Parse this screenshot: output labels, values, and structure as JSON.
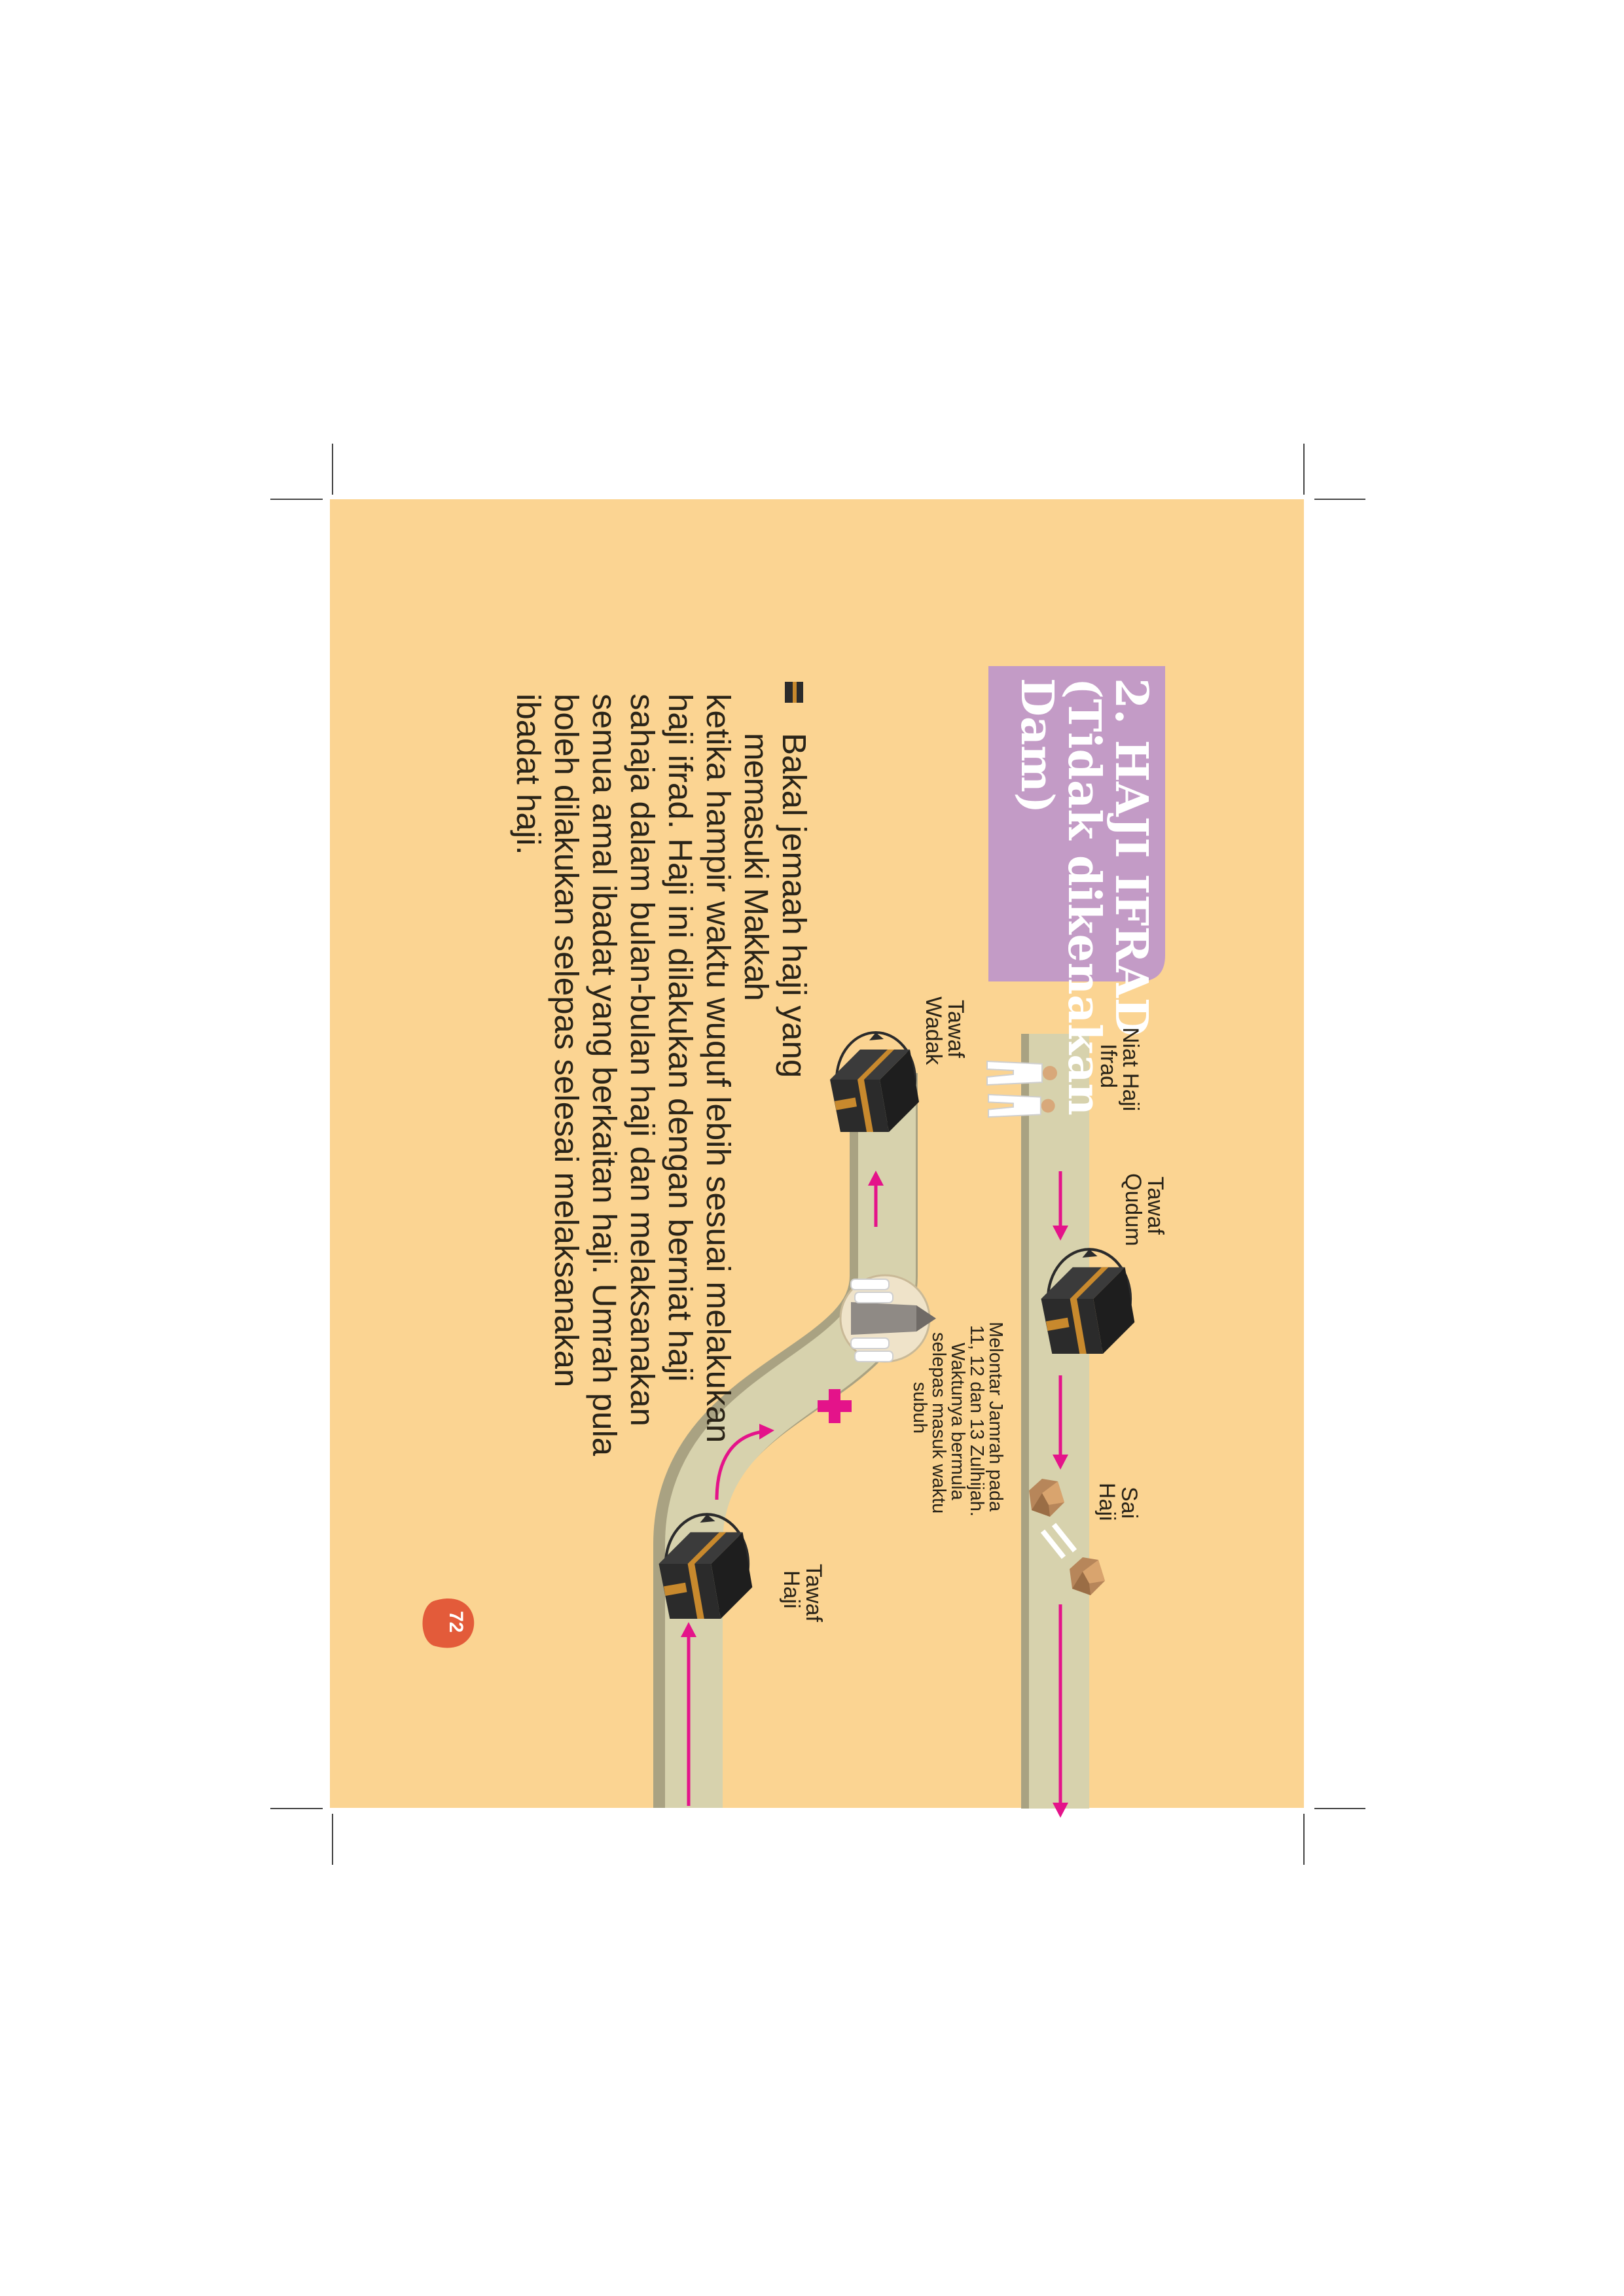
{
  "section": {
    "title_lines": [
      "2. HAJI IFRAD",
      "(Tidak dikenakan",
      "Dam)"
    ]
  },
  "body": {
    "lines": [
      "Bakal jemaah haji yang",
      "memasuki Makkah",
      "ketika hampir waktu wuquf lebih sesuai melakukan",
      "haji ifrad. Haji ini dilakukan dengan berniat haji",
      "sahaja dalam bulan-bulan haji dan melaksanakan",
      "semua amal ibadat yang berkaitan haji. Umrah pula",
      "boleh dilakukan selepas selesai melaksanakan",
      "ibadat haji."
    ]
  },
  "diagram": {
    "niat": [
      "Niat Haji",
      "Ifrad"
    ],
    "tawaf_qudum": [
      "Tawaf",
      "Qudum"
    ],
    "sai": [
      "Sai",
      "Haji"
    ],
    "tawaf_wadak": [
      "Tawaf",
      "Wadak"
    ],
    "tawaf_haji": [
      "Tawaf",
      "Haji"
    ],
    "jamrah_note": [
      "Melontar Jamrah pada",
      "11, 12 dan 13 Zulhijah.",
      "Waktunya bermula",
      "selepas masuk waktu",
      "subuh"
    ]
  },
  "page": {
    "number": "72"
  },
  "colors": {
    "page_bg": "#fbd492",
    "title_bg": "#c39bc6",
    "road": "#d7d2ad",
    "road_edge": "#a9a282",
    "arrow": "#e4138a",
    "kaaba": "#2b2b2b",
    "kaaba_band": "#c8892d",
    "page_badge": "#e35b3a"
  }
}
